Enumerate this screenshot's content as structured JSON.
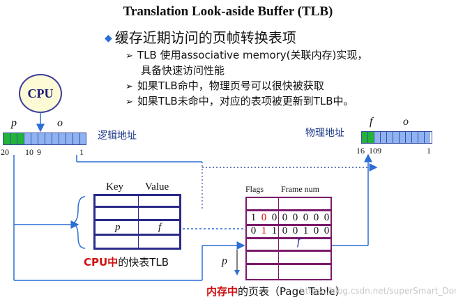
{
  "title": "Translation Look-aside Buffer (TLB)",
  "main_point": "缓存近期访问的页帧转换表项",
  "sub_points": [
    "TLB 使用associative memory(关联内存)实现，",
    "具备快速访问性能",
    "如果TLB命中，物理页号可以很快被获取",
    "如果TLB未命中，对应的表项被更新到TLB中。"
  ],
  "cpu_label": "CPU",
  "logical": {
    "label": "逻辑地址",
    "p": "p",
    "o": "o",
    "bit_20": "20",
    "bit_10": "10",
    "bit_9": "9",
    "bit_1": "1"
  },
  "physical": {
    "label": "物理地址",
    "f": "f",
    "o": "o",
    "bit_16": "16",
    "bit_10": "10",
    "bit_9": "9",
    "bit_1": "1"
  },
  "tlb": {
    "key_header": "Key",
    "value_header": "Value",
    "p": "p",
    "f": "f",
    "caption_red": "CPU中",
    "caption_rest": "的快表TLB"
  },
  "page_table": {
    "flags_header": "Flags",
    "frame_header": "Frame num",
    "row1": [
      "1",
      "0",
      "0",
      "0",
      "0",
      "0",
      "0",
      "0"
    ],
    "row2": [
      "0",
      "1",
      "1",
      "0",
      "0",
      "1",
      "0",
      "0"
    ],
    "f": "f",
    "p": "p",
    "caption_red": "内存中",
    "caption_rest": "的页表（Page Table）"
  },
  "watermark": "https://blog.csdn.net/superSmart_Dong",
  "colors": {
    "register_blue": "#8fb3f2",
    "register_green": "#22b33a",
    "tlb_border": "#2a2a8a",
    "page_table_border": "#7a1a6a",
    "highlight_red": "#d01010",
    "arrow_blue": "#2b6fd6"
  }
}
